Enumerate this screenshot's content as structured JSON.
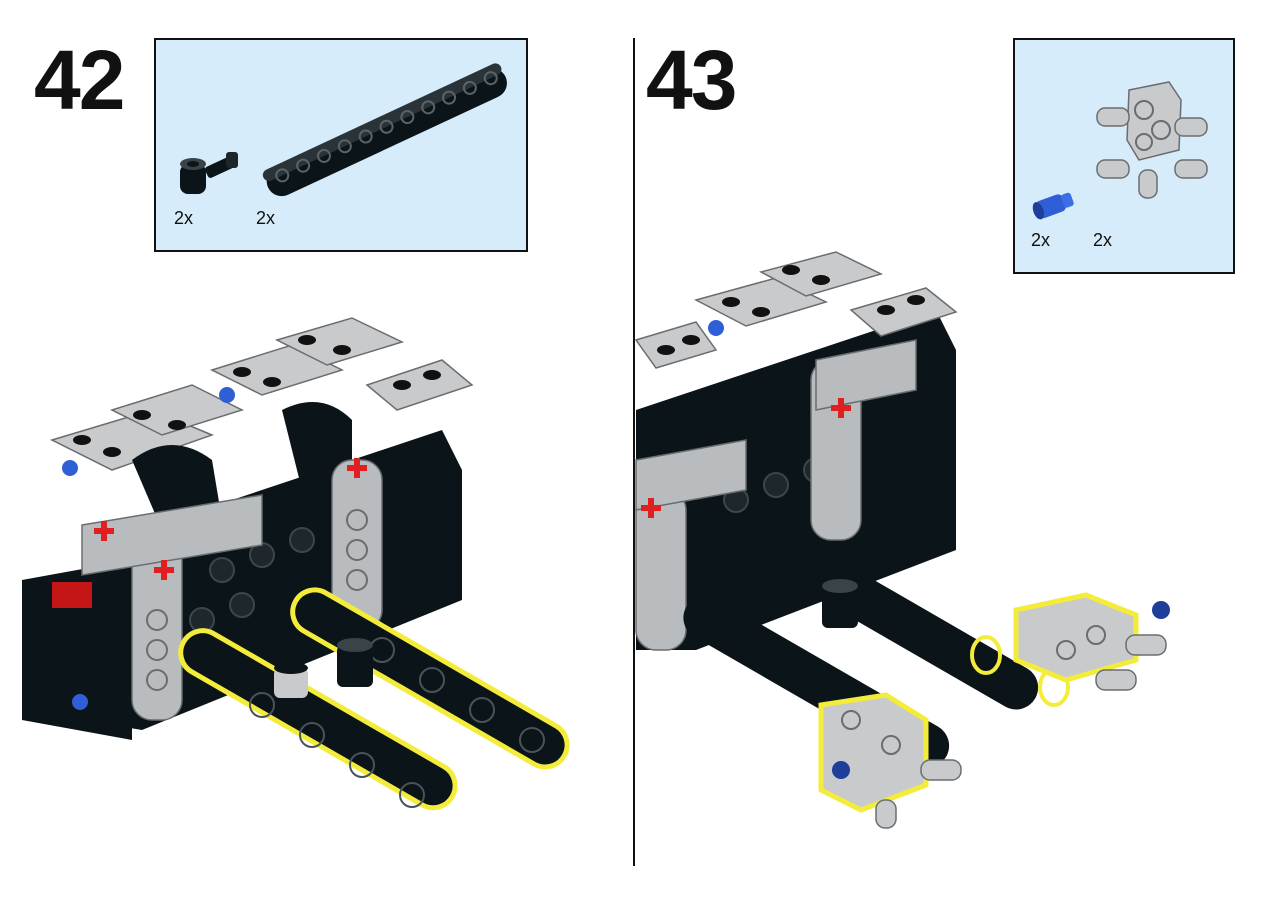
{
  "steps": [
    {
      "number": "42",
      "parts": [
        {
          "name": "black-axle-pin-connector-icon",
          "quantity": "2x"
        },
        {
          "name": "black-liftarm-beam-icon",
          "quantity": "2x"
        }
      ]
    },
    {
      "number": "43",
      "parts": [
        {
          "name": "blue-axle-pin-icon",
          "quantity": "2x"
        },
        {
          "name": "gray-pin-connector-block-icon",
          "quantity": "2x"
        }
      ]
    }
  ],
  "colors": {
    "parts_box_bg": "#d6ecfb",
    "beam_black": "#0b1418",
    "beam_gray": "#b9bcbe",
    "highlight": "#f4ec3a",
    "accent_blue": "#2f5fd6",
    "accent_red": "#e02020"
  }
}
